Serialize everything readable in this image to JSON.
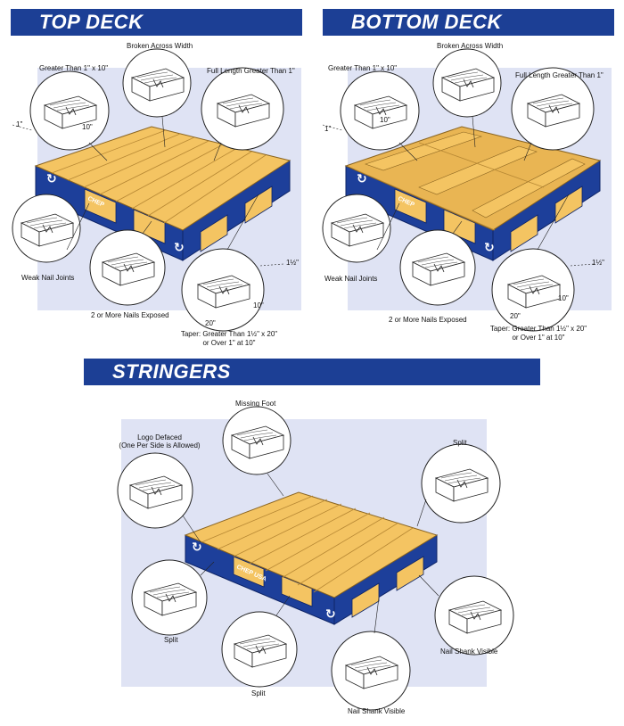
{
  "sections": {
    "top_deck": {
      "title": "TOP DECK",
      "labels": {
        "broken": "Broken Across Width",
        "greater": "Greater Than 1\" x 10\"",
        "full_length": "Full Length Greater Than 1\"",
        "weak_nail": "Weak Nail Joints",
        "nails_exposed": "2 or More Nails Exposed",
        "taper_1": "Taper: Greater Than 1½\" x 20\"",
        "taper_2": "or Over 1\" at 10\""
      },
      "dims": {
        "d1": "1\"",
        "d10": "10\"",
        "d15": "1½\"",
        "d10b": "10\"",
        "d20": "20\""
      }
    },
    "bottom_deck": {
      "title": "BOTTOM DECK",
      "labels": {
        "broken": "Broken Across Width",
        "greater": "Greater Than 1\" x 10\"",
        "full_length": "Full Length Greater Than 1\"",
        "weak_nail": "Weak Nail Joints",
        "nails_exposed": "2 or More Nails Exposed",
        "taper_1": "Taper: Greater Than 1½\" x 20\"",
        "taper_2": "or Over 1\" at 10\""
      },
      "dims": {
        "d1": "1\"",
        "d10": "10\"",
        "d15": "1½\"",
        "d10b": "10\"",
        "d20": "20\""
      }
    },
    "stringers": {
      "title": "STRINGERS",
      "labels": {
        "missing_foot": "Missing Foot",
        "logo_1": "Logo Defaced",
        "logo_2": "(One Per Side is Allowed)",
        "split_right": "Split",
        "split_left": "Split",
        "split_bottom": "Split",
        "shank_right": "Nail Shank Visible",
        "shank_bottom": "Nail Shank Visible"
      }
    }
  },
  "colors": {
    "banner": "#1c3f95",
    "panel": "#dfe3f4",
    "wood": "#f4c462",
    "wood_dark": "#d9a441",
    "pallet_blue": "#1d3f9a"
  }
}
